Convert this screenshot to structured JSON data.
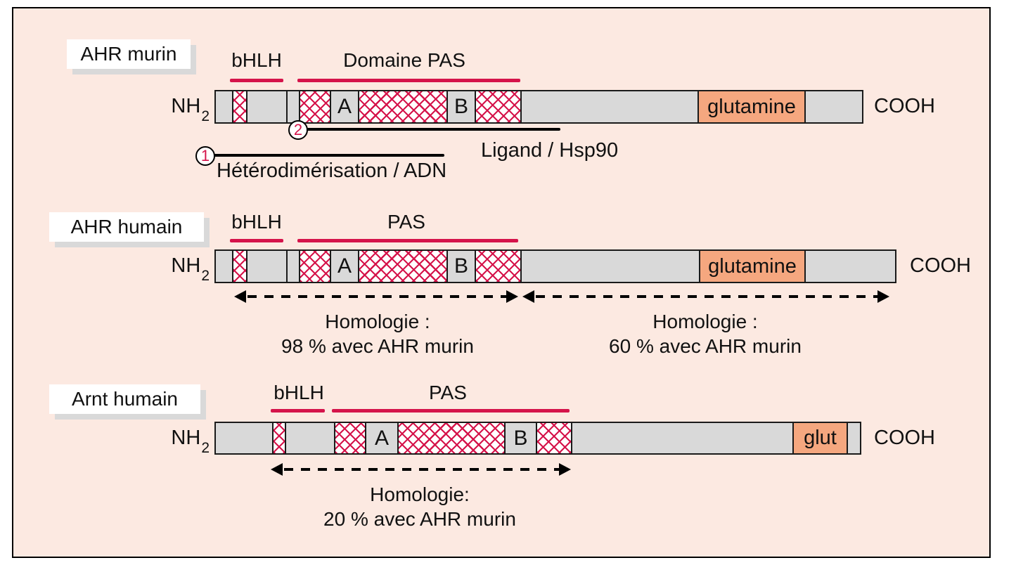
{
  "figure": {
    "background": "#fce9e1",
    "accent": "#d5134a",
    "bar_gray": "#d9d9d9",
    "orange": "#f5a77f"
  },
  "rows": [
    {
      "name": "AHR murin",
      "nterm": "NH",
      "nterm_sub": "2",
      "cterm": "COOH",
      "bhlh": "bHLH",
      "pas": "Domaine PAS",
      "box_a": "A",
      "box_b": "B",
      "glutamine": "glutamine"
    },
    {
      "name": "AHR humain",
      "nterm": "NH",
      "nterm_sub": "2",
      "cterm": "COOH",
      "bhlh": "bHLH",
      "pas": "PAS",
      "box_a": "A",
      "box_b": "B",
      "glutamine": "glutamine",
      "homology_left_title": "Homologie :",
      "homology_left_value": "98 % avec AHR murin",
      "homology_right_title": "Homologie :",
      "homology_right_value": "60 % avec AHR murin"
    },
    {
      "name": "Arnt humain",
      "nterm": "NH",
      "nterm_sub": "2",
      "cterm": "COOH",
      "bhlh": "bHLH",
      "pas": "PAS",
      "box_a": "A",
      "box_b": "B",
      "glutamine": "glut",
      "homology_title": "Homologie:",
      "homology_value": "20 % avec AHR murin"
    }
  ],
  "markers": {
    "one": {
      "number": "1",
      "label": "Hétérodimérisation / ADN"
    },
    "two": {
      "number": "2",
      "label": "Ligand / Hsp90"
    }
  }
}
